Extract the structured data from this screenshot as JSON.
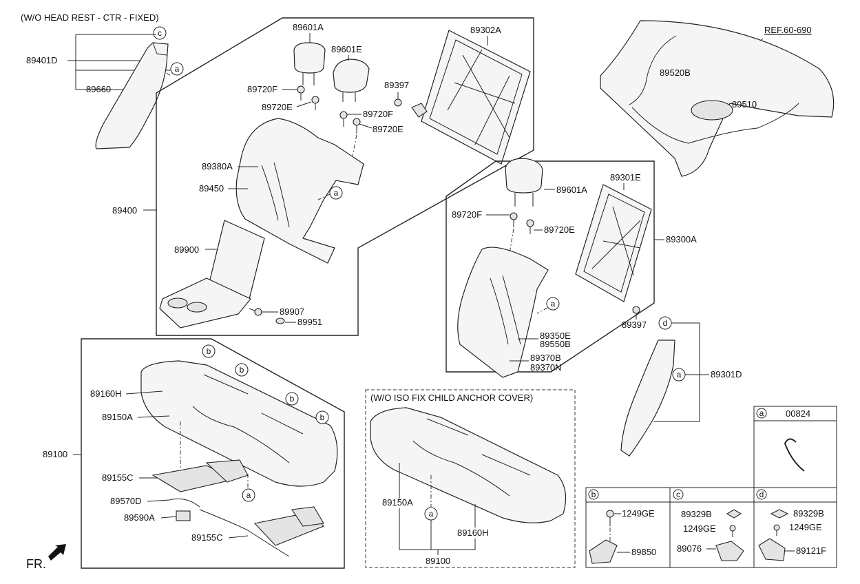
{
  "titles": {
    "wo_head_rest": "(W/O HEAD REST - CTR - FIXED)",
    "wo_iso_fix": "(W/O ISO FIX CHILD ANCHOR COVER)",
    "ref": "REF.60-690",
    "fr": "FR."
  },
  "labels": {
    "p89401D": "89401D",
    "p89660": "89660",
    "p89601A_top": "89601A",
    "p89601E": "89601E",
    "p89302A": "89302A",
    "p89720F_1": "89720F",
    "p89720E_1": "89720E",
    "p89397_1": "89397",
    "p89720F_2": "89720F",
    "p89720E_2": "89720E",
    "p89520B": "89520B",
    "p89510": "89510",
    "p89380A": "89380A",
    "p89450": "89450",
    "p89400": "89400",
    "p89900": "89900",
    "p89907": "89907",
    "p89951": "89951",
    "p89601A_2": "89601A",
    "p89301E": "89301E",
    "p89720F_3": "89720F",
    "p89720E_3": "89720E",
    "p89300A": "89300A",
    "p89397_2": "89397",
    "p89350E": "89350E",
    "p89550B": "89550B",
    "p89370B": "89370B",
    "p89370N": "89370N",
    "p89301D": "89301D",
    "p89160H_1": "89160H",
    "p89150A_1": "89150A",
    "p89100_1": "89100",
    "p89155C_1": "89155C",
    "p89570D": "89570D",
    "p89590A": "89590A",
    "p89155C_2": "89155C",
    "p89150A_2": "89150A",
    "p89160H_2": "89160H",
    "p89100_2": "89100"
  },
  "callouts": {
    "a": "a",
    "b": "b",
    "c": "c",
    "d": "d"
  },
  "legend": {
    "a_part": "00824",
    "b_1249GE": "1249GE",
    "b_89850": "89850",
    "c_89329B": "89329B",
    "c_1249GE": "1249GE",
    "c_89076": "89076",
    "d_89329B": "89329B",
    "d_1249GE": "1249GE",
    "d_89121F": "89121F"
  }
}
